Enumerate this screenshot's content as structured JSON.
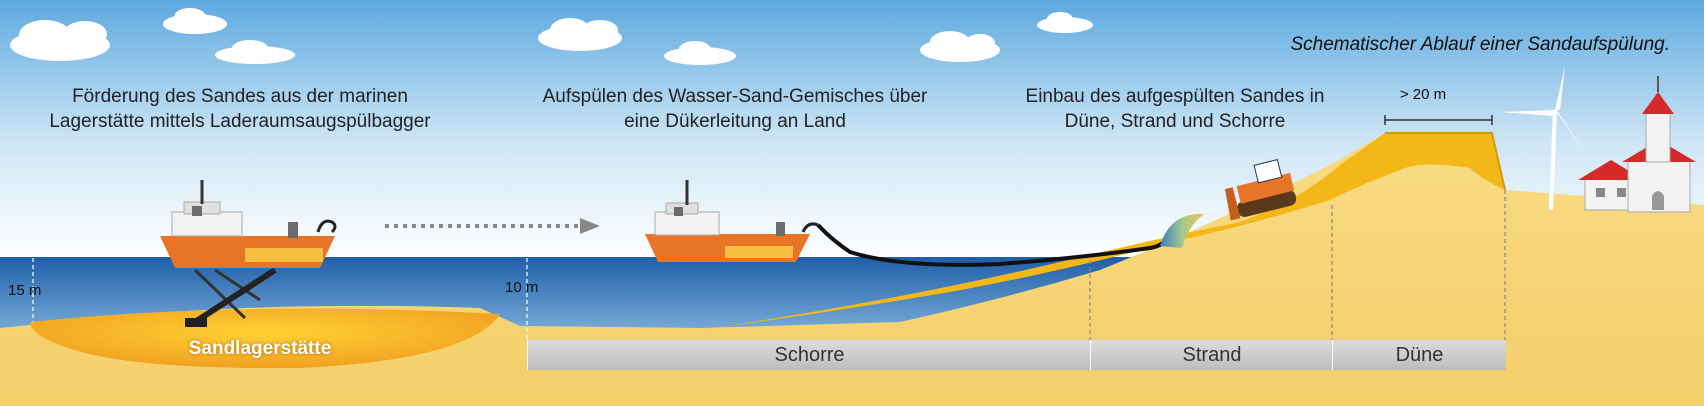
{
  "caption": "Schematischer Ablauf einer Sandaufspülung.",
  "steps": [
    {
      "line1": "Förderung des Sandes aus der marinen",
      "line2": "Lagerstätte mittels Laderaumsaugspülbagger"
    },
    {
      "line1": "Aufspülen des Wasser-Sand-Gemisches über",
      "line2": "eine Dükerleitung an Land"
    },
    {
      "line1": "Einbau des aufgespülten Sandes in",
      "line2": "Düne, Strand und Schorre"
    }
  ],
  "depths": {
    "depth_15": "15 m",
    "depth_10": "10 m"
  },
  "deposit_label": "Sandlagerstätte",
  "dune_width_label": "> 20 m",
  "zones": {
    "schorre": "Schorre",
    "strand": "Strand",
    "duene": "Düne"
  },
  "colors": {
    "sky_top": "#5da9df",
    "sea": "#2c6fb4",
    "sand": "#f7d77a",
    "ship": "#e87428"
  }
}
